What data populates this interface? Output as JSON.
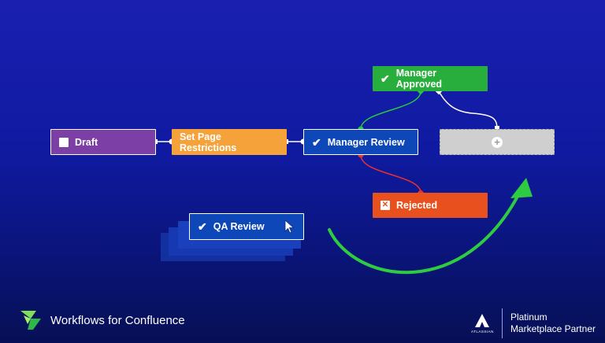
{
  "nodes": {
    "draft": "Draft",
    "set_page_restrictions": "Set Page Restrictions",
    "manager_review": "Manager Review",
    "manager_approved": "Manager Approved",
    "rejected": "Rejected",
    "qa_review": "QA Review"
  },
  "brand": {
    "name": "Workflows for Confluence"
  },
  "partner": {
    "line1": "Platinum",
    "line2": "Marketplace Partner",
    "logo_word": "ATLASSIAN"
  },
  "colors": {
    "draft": "#7b3fa5",
    "restrictions": "#f6a23a",
    "review": "#0d47b8",
    "approved": "#27ae3c",
    "rejected": "#e8501e",
    "placeholder": "#cfcfcf",
    "arrow": "#2ecc40"
  },
  "icons": {
    "draft": "square-icon",
    "review": "check-icon",
    "approved": "check-icon",
    "rejected": "x-box-icon",
    "placeholder": "plus-circle-icon",
    "qa": "check-icon",
    "cursor": "cursor-arrow-icon"
  }
}
